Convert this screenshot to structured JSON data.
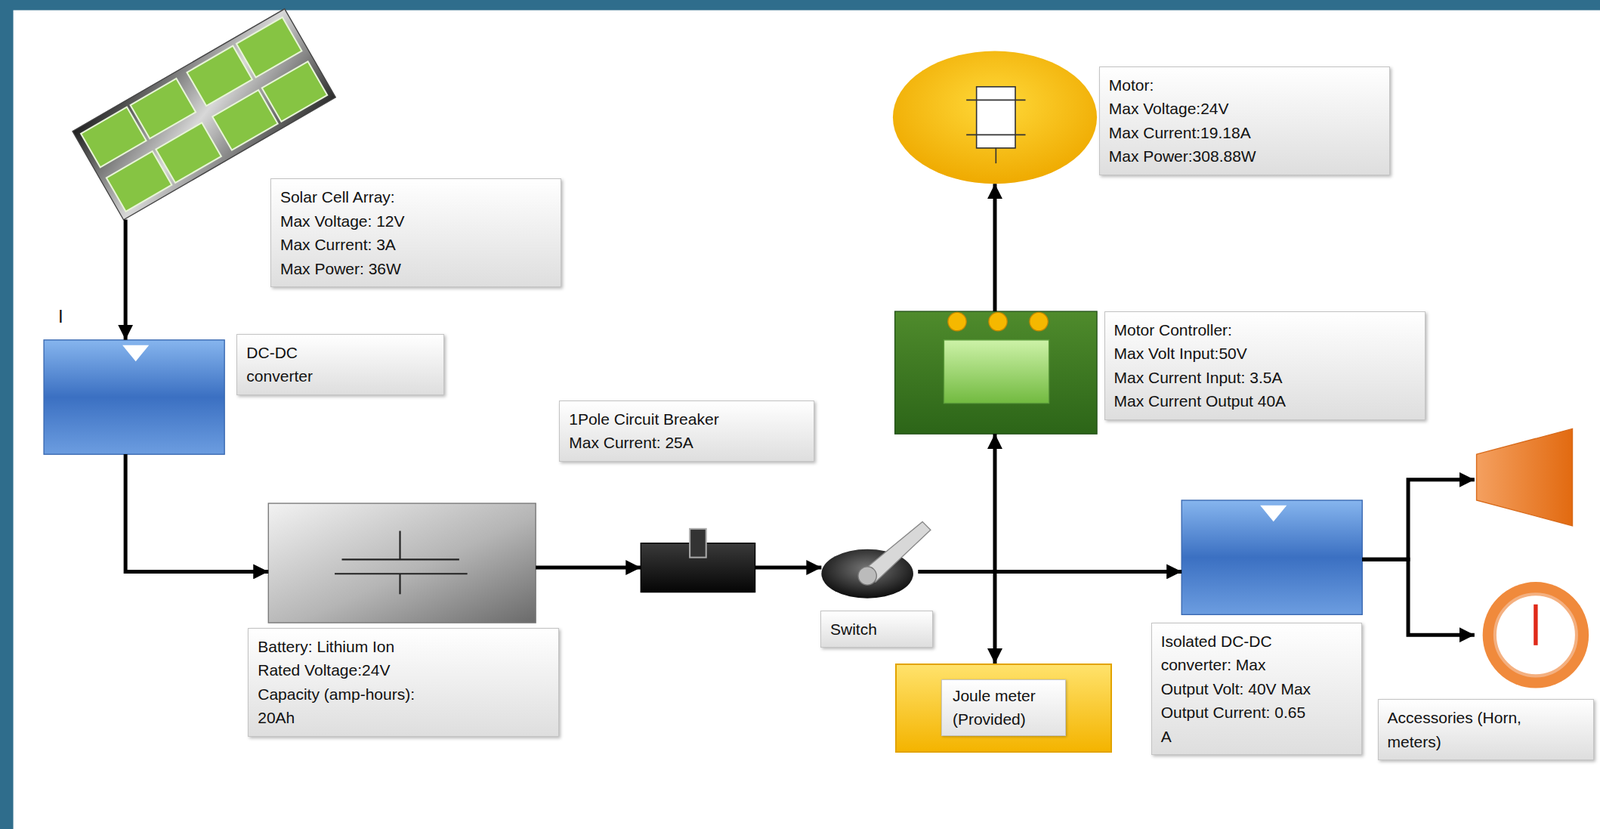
{
  "diagram": {
    "nodes": [
      {
        "text": [
          "Solar Cell Array:",
          "Max Voltage: 12V",
          "Max Current: 3A",
          "Max Power: 36W"
        ]
      },
      {
        "text": [
          "DC-DC converter"
        ]
      },
      {
        "text": [
          "Battery: Lithium Ion",
          "Rated Voltage:24V",
          "Capacity (amp-hours): 20Ah"
        ]
      },
      {
        "text": [
          "1Pole Circuit Breaker",
          "Max Current: 25A"
        ]
      },
      {
        "text": [
          "Switch"
        ]
      },
      {
        "text": [
          "Motor Controller:",
          "Max Volt Input:50V",
          "Max Current Input: 3.5A",
          "Max Current Output 40A"
        ]
      },
      {
        "text": [
          "Motor:",
          "Max Voltage:24V",
          "Max Current:19.18A",
          "Max Power:308.88W"
        ]
      },
      {
        "text": [
          "Joule meter (Provided)"
        ]
      },
      {
        "text": [
          "Isolated DC-DC converter: Max Output Volt: 40V Max Output Current: 0.65 A"
        ]
      },
      {
        "text": [
          "Accessories (Horn, meters)"
        ]
      }
    ],
    "edges": [
      {
        "from": 0,
        "to": 1,
        "arrow": "to"
      },
      {
        "from": 1,
        "to": 2,
        "arrow": "to"
      },
      {
        "from": 2,
        "to": 3,
        "arrow": "to"
      },
      {
        "from": 3,
        "to": 4,
        "arrow": "to"
      },
      {
        "from": 4,
        "to": 5,
        "arrow": "to"
      },
      {
        "from": 4,
        "to": 7,
        "arrow": "to"
      },
      {
        "from": 4,
        "to": 8,
        "arrow": "to"
      },
      {
        "from": 5,
        "to": 6,
        "arrow": "to"
      },
      {
        "from": 8,
        "to": 9,
        "arrow": "to"
      }
    ],
    "labels": [
      "I"
    ]
  }
}
